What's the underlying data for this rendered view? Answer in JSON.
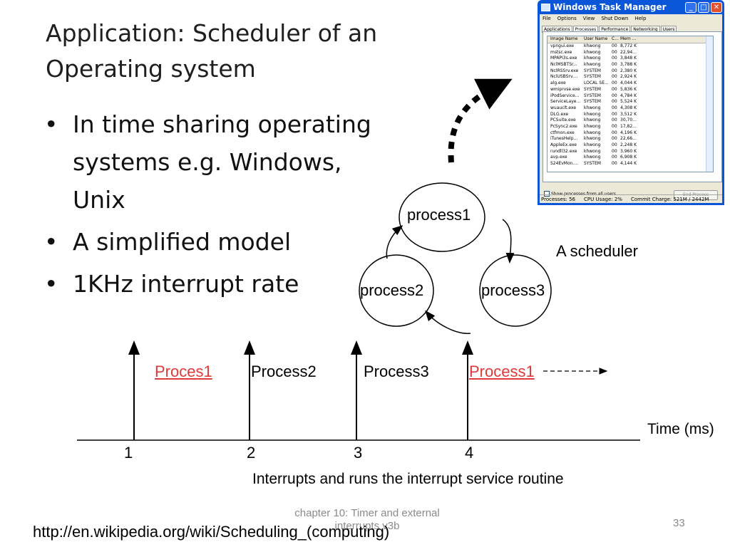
{
  "slide": {
    "title": "Application: Scheduler of an Operating system",
    "bullets": [
      "In time sharing operating systems e.g. Windows, Unix",
      "A simplified model",
      "1KHz interrupt rate"
    ],
    "footer_note": "chapter 10: Timer and external interrupts v3b",
    "page_number": "33",
    "url": "http://en.wikipedia.org/wiki/Scheduling_(computing)"
  },
  "diagram": {
    "process1": "process1",
    "process2": "process2",
    "process3": "process3",
    "scheduler_label": "A scheduler"
  },
  "timeline": {
    "labels": [
      "Proces1",
      "Process2",
      "Process3",
      "Process1"
    ],
    "ticks": [
      "1",
      "2",
      "3",
      "4"
    ],
    "axis_label": "Time (ms)",
    "caption": "Interrupts and runs the interrupt service routine"
  },
  "task_manager": {
    "title": "Windows Task Manager",
    "menu": [
      "File",
      "Options",
      "View",
      "Shut Down",
      "Help"
    ],
    "tabs": [
      "Applications",
      "Processes",
      "Performance",
      "Networking",
      "Users"
    ],
    "active_tab": "Processes",
    "columns": [
      "Image Name",
      "User Name",
      "C...",
      "Mem ..."
    ],
    "rows": [
      [
        "vpngui.exe",
        "khwong",
        "00",
        "8,772 K"
      ],
      [
        "mstsc.exe",
        "khwong",
        "00",
        "22,94..."
      ],
      [
        "MPAPI3s.exe",
        "khwong",
        "00",
        "3,848 K"
      ],
      [
        "NclMSBTSr...",
        "khwong",
        "00",
        "3,788 K"
      ],
      [
        "NclRSSrv.exe",
        "SYSTEM",
        "00",
        "2,380 K"
      ],
      [
        "NclUSBSrv....",
        "SYSTEM",
        "00",
        "2,924 K"
      ],
      [
        "alg.exe",
        "LOCAL SE...",
        "00",
        "4,044 K"
      ],
      [
        "wmiprvse.exe",
        "SYSTEM",
        "00",
        "5,836 K"
      ],
      [
        "iPodService...",
        "SYSTEM",
        "00",
        "4,784 K"
      ],
      [
        "ServiceLaye...",
        "SYSTEM",
        "00",
        "5,524 K"
      ],
      [
        "wuauclt.exe",
        "khwong",
        "00",
        "4,308 K"
      ],
      [
        "DLG.exe",
        "khwong",
        "00",
        "3,512 K"
      ],
      [
        "PCSuite.exe",
        "khwong",
        "00",
        "30,70..."
      ],
      [
        "PcSync2.exe",
        "khwong",
        "00",
        "17,82..."
      ],
      [
        "ctfmon.exe",
        "khwong",
        "00",
        "4,196 K"
      ],
      [
        "iTunesHelp...",
        "khwong",
        "00",
        "22,66..."
      ],
      [
        "AppleEx.exe",
        "khwong",
        "00",
        "2,248 K"
      ],
      [
        "rundll32.exe",
        "khwong",
        "00",
        "3,960 K"
      ],
      [
        "avp.exe",
        "khwong",
        "00",
        "6,908 K"
      ],
      [
        "S24EvMon....",
        "SYSTEM",
        "00",
        "4,144 K"
      ]
    ],
    "show_all_label": "Show processes from all users",
    "end_process_label": "End Process",
    "status": {
      "processes": "Processes: 56",
      "cpu": "CPU Usage: 2%",
      "commit": "Commit Charge: 521M / 2442M"
    }
  }
}
